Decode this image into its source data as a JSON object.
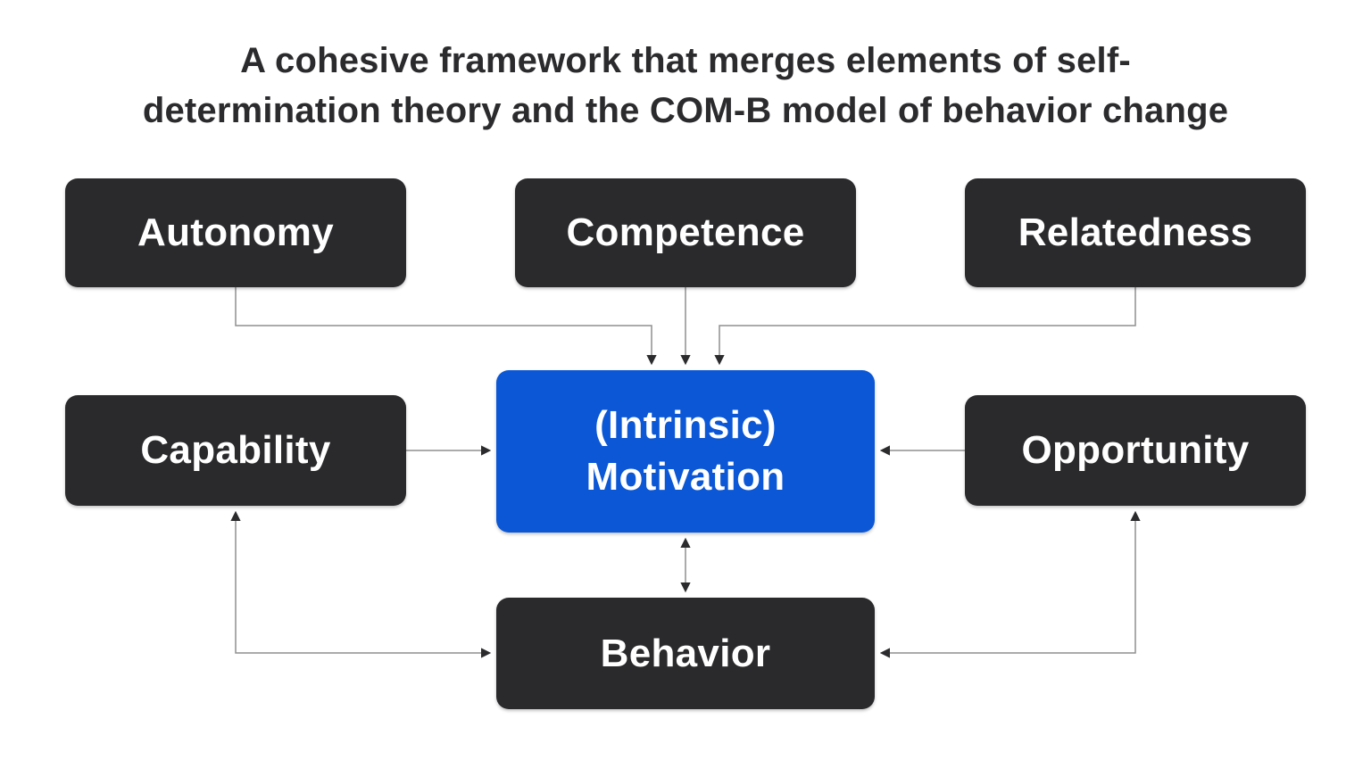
{
  "title": {
    "line1": "A cohesive framework that merges elements of self-",
    "line2": "determination theory and the COM-B model of behavior change"
  },
  "colors": {
    "background": "#ffffff",
    "node_dark": "#2a2a2d",
    "node_blue": "#0b57d5",
    "node_text": "#ffffff",
    "title_text": "#2b2b2e",
    "connector_line": "#8f8f8f",
    "arrowhead": "#2b2b2e"
  },
  "nodes": {
    "autonomy": {
      "label": "Autonomy"
    },
    "competence": {
      "label": "Competence"
    },
    "relatedness": {
      "label": "Relatedness"
    },
    "capability": {
      "label": "Capability"
    },
    "motivation": {
      "line1": "(Intrinsic)",
      "line2": "Motivation"
    },
    "opportunity": {
      "label": "Opportunity"
    },
    "behavior": {
      "label": "Behavior"
    }
  },
  "edges": [
    {
      "from": "autonomy",
      "to": "motivation",
      "shape": "elbow",
      "arrows": "to"
    },
    {
      "from": "competence",
      "to": "motivation",
      "shape": "straight",
      "arrows": "to"
    },
    {
      "from": "relatedness",
      "to": "motivation",
      "shape": "elbow",
      "arrows": "to"
    },
    {
      "from": "capability",
      "to": "motivation",
      "shape": "straight",
      "arrows": "to"
    },
    {
      "from": "opportunity",
      "to": "motivation",
      "shape": "straight",
      "arrows": "to"
    },
    {
      "from": "motivation",
      "to": "behavior",
      "shape": "straight",
      "arrows": "both"
    },
    {
      "from": "behavior",
      "to": "capability",
      "shape": "elbow",
      "arrows": "both"
    },
    {
      "from": "behavior",
      "to": "opportunity",
      "shape": "elbow",
      "arrows": "both"
    }
  ]
}
